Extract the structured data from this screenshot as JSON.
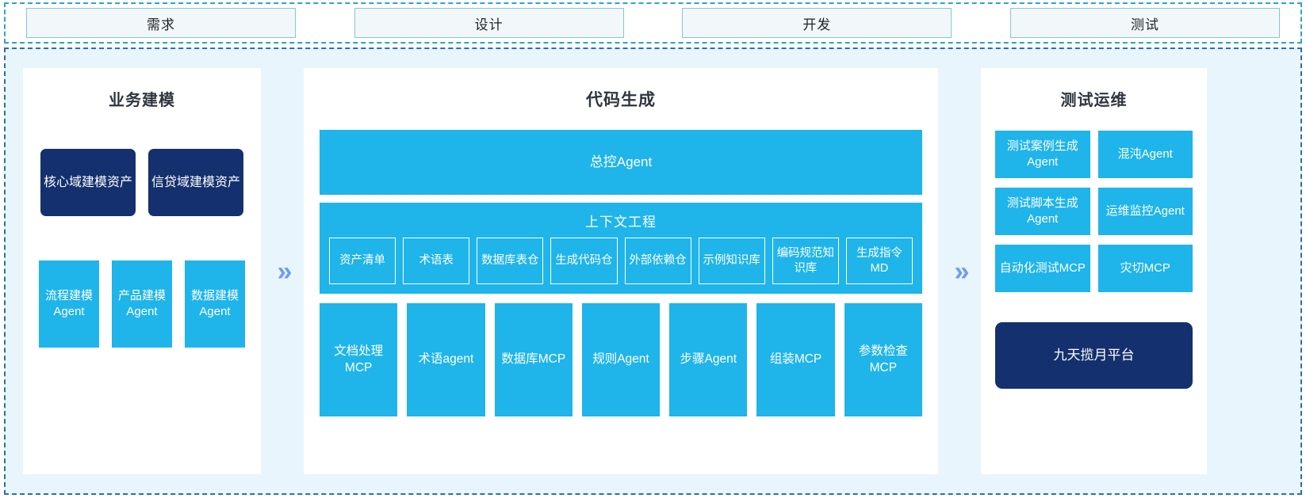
{
  "phases": [
    {
      "label": "需求"
    },
    {
      "label": "设计"
    },
    {
      "label": "开发"
    },
    {
      "label": "测试"
    }
  ],
  "separators": {
    "chevron": "»"
  },
  "left_panel": {
    "title": "业务建模",
    "assets": [
      {
        "label": "核心域建模资产"
      },
      {
        "label": "信贷域建模资产"
      }
    ],
    "agents": [
      {
        "label": "流程建模Agent"
      },
      {
        "label": "产品建模Agent"
      },
      {
        "label": "数据建模Agent"
      }
    ]
  },
  "center_panel": {
    "title": "代码生成",
    "master_agent": "总控Agent",
    "context": {
      "title": "上下文工程",
      "items": [
        {
          "label": "资产清单"
        },
        {
          "label": "术语表"
        },
        {
          "label": "数据库表仓"
        },
        {
          "label": "生成代码仓"
        },
        {
          "label": "外部依赖仓"
        },
        {
          "label": "示例知识库"
        },
        {
          "label": "编码规范知识库"
        },
        {
          "label": "生成指令MD"
        }
      ]
    },
    "tools": [
      {
        "label": "文档处理MCP"
      },
      {
        "label": "术语agent"
      },
      {
        "label": "数据库MCP"
      },
      {
        "label": "规则Agent"
      },
      {
        "label": "步骤Agent"
      },
      {
        "label": "组装MCP"
      },
      {
        "label": "参数检查MCP"
      }
    ]
  },
  "right_panel": {
    "title": "测试运维",
    "agents": [
      {
        "label": "测试案例生成Agent"
      },
      {
        "label": "混沌Agent"
      },
      {
        "label": "测试脚本生成Agent"
      },
      {
        "label": "运维监控Agent"
      },
      {
        "label": "自动化测试MCP"
      },
      {
        "label": "灾切MCP"
      }
    ],
    "platform": "九天揽月平台"
  },
  "colors": {
    "cyan": "#1fb4ea",
    "navy": "#14306e",
    "stage_bg": "#e9f5fd",
    "chevron": "#6e9df0",
    "phase_border": "#86c5da"
  }
}
